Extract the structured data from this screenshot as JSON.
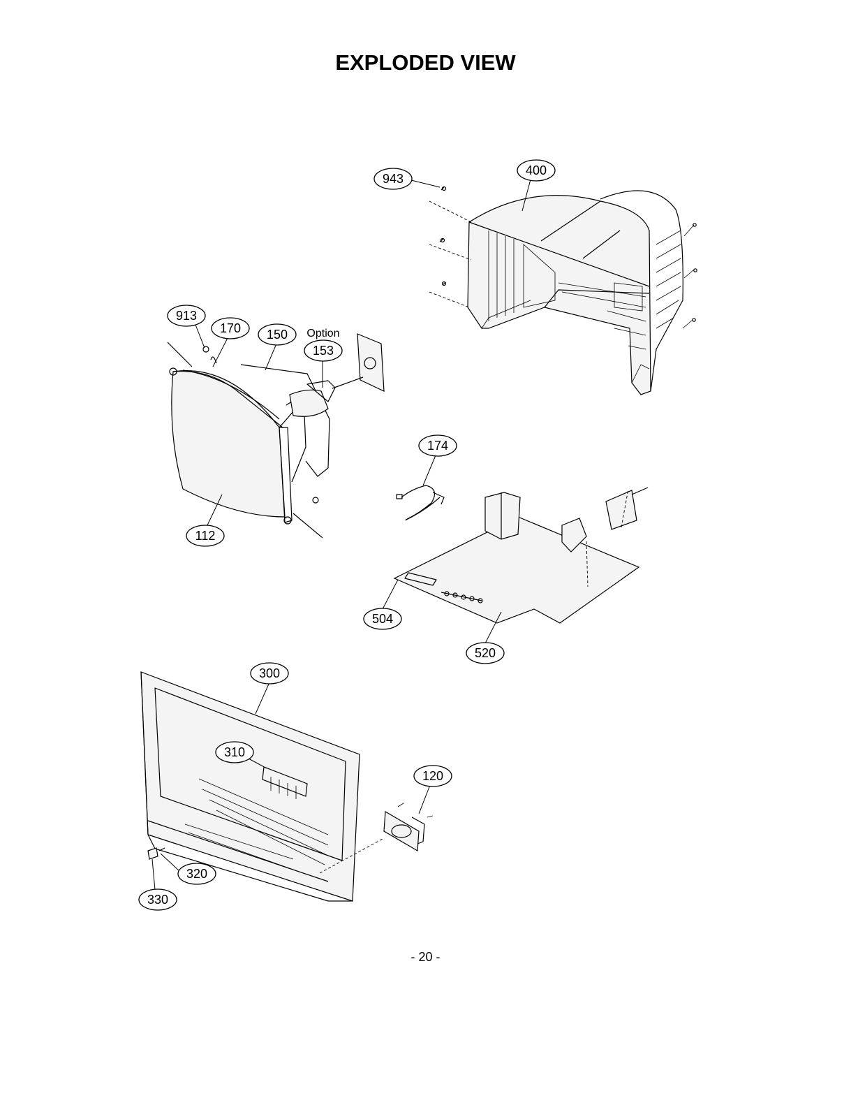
{
  "title": "EXPLODED VIEW",
  "page_number": "- 20 -",
  "option_note": "Option",
  "callouts": {
    "c943": "943",
    "c400": "400",
    "c913": "913",
    "c170": "170",
    "c150": "150",
    "c153": "153",
    "c174": "174",
    "c112": "112",
    "c504": "504",
    "c520": "520",
    "c300": "300",
    "c310": "310",
    "c120": "120",
    "c320": "320",
    "c330": "330"
  }
}
